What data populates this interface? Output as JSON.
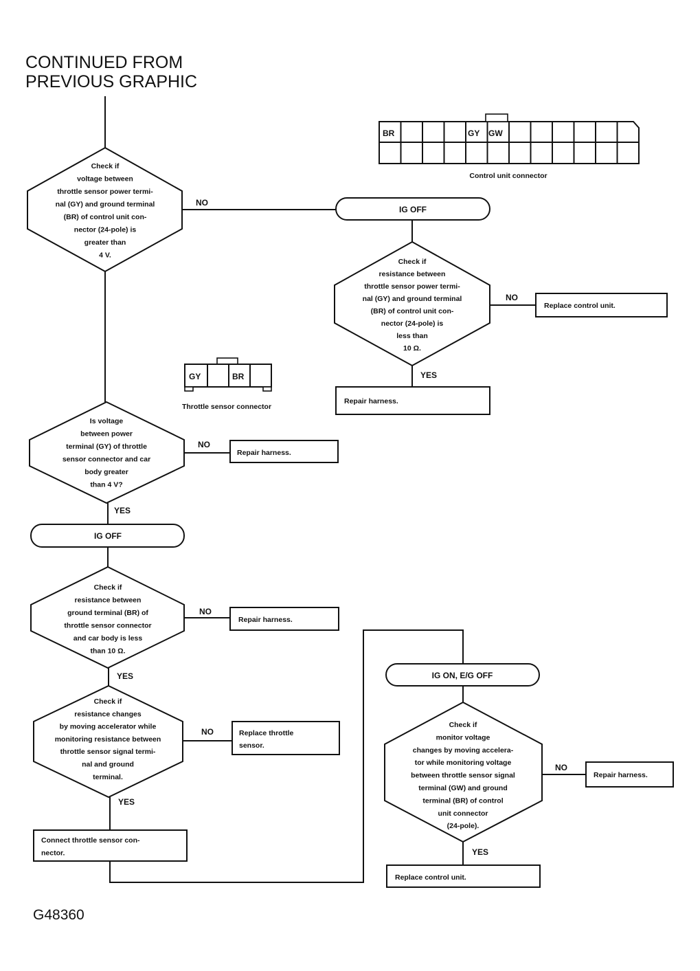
{
  "header": {
    "line1": "CONTINUED FROM",
    "line2": "PREVIOUS GRAPHIC"
  },
  "figure_id": "G48360",
  "connectors": {
    "control_unit": {
      "caption": "Control unit connector",
      "pins": [
        "BR",
        "GY",
        "GW"
      ]
    },
    "throttle_sensor": {
      "caption": "Throttle sensor connector",
      "pins": [
        "GY",
        "BR"
      ]
    }
  },
  "branches": {
    "no": "NO",
    "yes": "YES"
  },
  "nodes": {
    "d1": [
      "Check if",
      "voltage between",
      "throttle sensor power termi-",
      "nal (GY) and ground terminal",
      "(BR) of control unit con-",
      "nector (24-pole) is",
      "greater than",
      "4 V."
    ],
    "ig_off_1": "IG OFF",
    "d2": [
      "Check if",
      "resistance between",
      "throttle sensor power termi-",
      "nal (GY) and ground terminal",
      "(BR) of control unit con-",
      "nector (24-pole) is",
      "less than",
      "10 Ω."
    ],
    "replace_cu_1": "Replace control unit.",
    "repair_harness_1": "Repair harness.",
    "d3": [
      "Is voltage",
      "between power",
      "terminal (GY) of throttle",
      "sensor connector and car",
      "body greater",
      "than 4 V?"
    ],
    "repair_harness_2": "Repair harness.",
    "ig_off_2": "IG OFF",
    "d4": [
      "Check if",
      "resistance between",
      "ground terminal (BR) of",
      "throttle sensor connector",
      "and car body is less",
      "than 10 Ω."
    ],
    "repair_harness_3": "Repair harness.",
    "d5": [
      "Check if",
      "resistance changes",
      "by moving accelerator while",
      "monitoring resistance between",
      "throttle sensor signal termi-",
      "nal and ground",
      "terminal."
    ],
    "replace_sensor": [
      "Replace throttle",
      "sensor."
    ],
    "connect_sensor": [
      "Connect throttle sensor con-",
      "nector."
    ],
    "ig_on": "IG ON, E/G OFF",
    "d6": [
      "Check if",
      "monitor voltage",
      "changes by moving accelera-",
      "tor while monitoring voltage",
      "between throttle sensor signal",
      "terminal (GW) and ground",
      "terminal (BR) of control",
      "unit connector",
      "(24-pole)."
    ],
    "repair_harness_4": "Repair harness.",
    "replace_cu_2": "Replace control unit."
  }
}
